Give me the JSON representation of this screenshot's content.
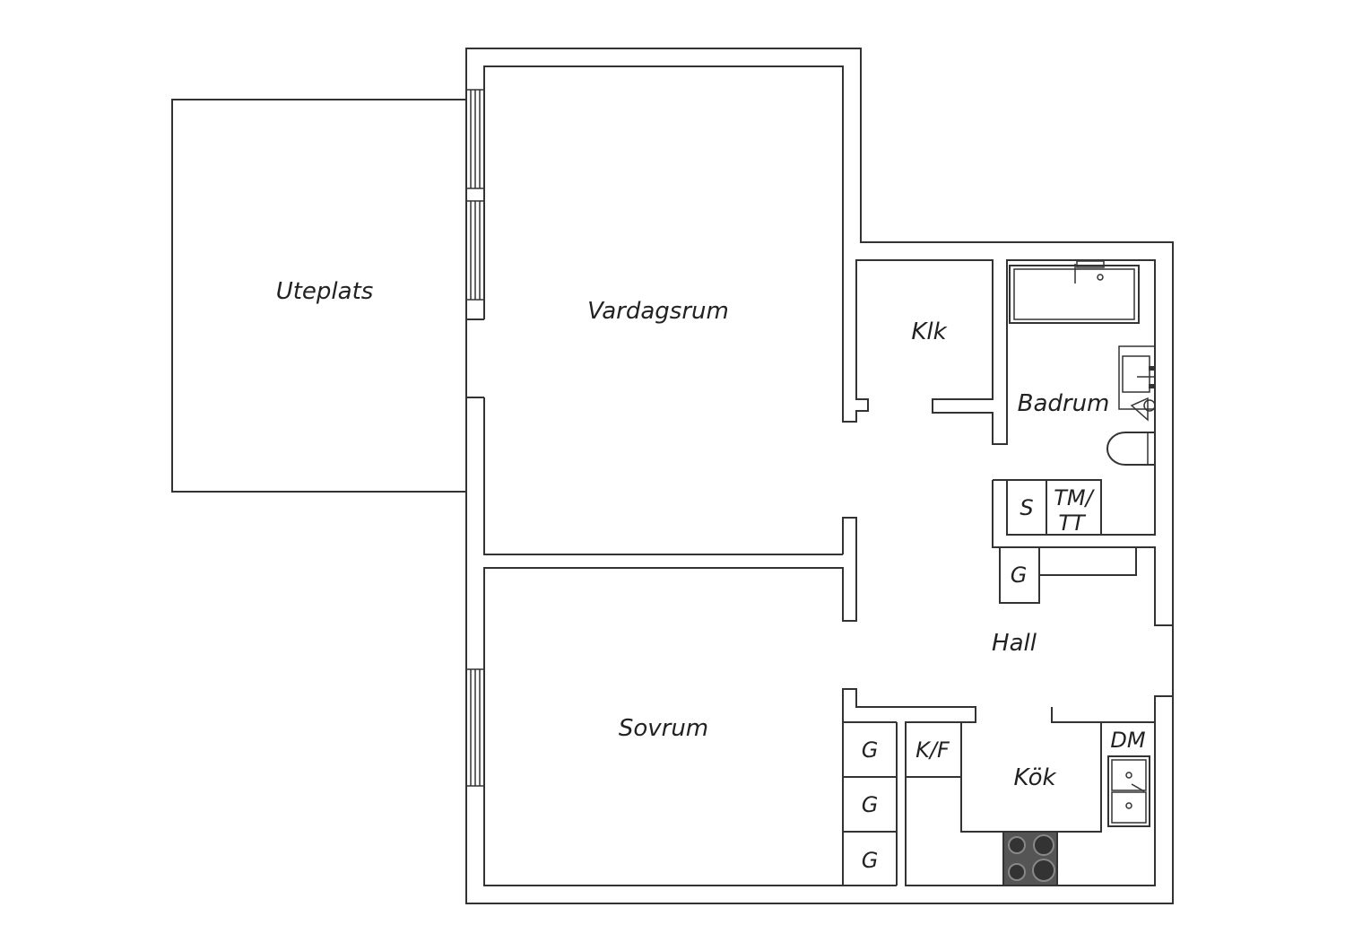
{
  "rooms": {
    "uteplats": "Uteplats",
    "vardagsrum": "Vardagsrum",
    "klk": "Klk",
    "badrum": "Badrum",
    "hall": "Hall",
    "sovrum": "Sovrum",
    "kok": "Kök"
  },
  "fixtures": {
    "s": "S",
    "tm_line1": "TM/",
    "tm_line2": "TT",
    "g_hall": "G",
    "g_1": "G",
    "g_2": "G",
    "g_3": "G",
    "kf": "K/F",
    "dm": "DM"
  },
  "colors": {
    "line": "#333333",
    "stove": "#555555"
  }
}
